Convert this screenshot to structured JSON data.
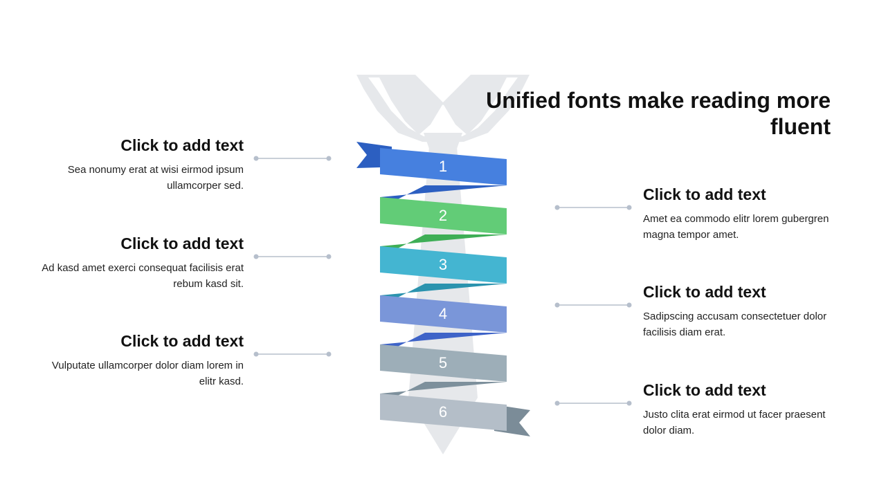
{
  "title": "Unified fonts make reading more fluent",
  "ribbons": [
    {
      "number": "1",
      "color": "#4680DF",
      "fold_color": "#2C5FC1"
    },
    {
      "number": "2",
      "color": "#62CC77",
      "fold_color": "#3EAE56"
    },
    {
      "number": "3",
      "color": "#44B5D1",
      "fold_color": "#2B93AE"
    },
    {
      "number": "4",
      "color": "#7A96D9",
      "fold_color": "#3E63C8"
    },
    {
      "number": "5",
      "color": "#9DAEB8",
      "fold_color": "#7D909C"
    },
    {
      "number": "6",
      "color": "#B4BEC8",
      "fold_color": "#7B8C98"
    }
  ],
  "items": [
    {
      "heading": "Click to add text",
      "text": "Sea nonumy erat at wisi eirmod ipsum ullamcorper sed."
    },
    {
      "heading": "Click to add text",
      "text": "Amet ea commodo elitr lorem gubergren magna tempor amet."
    },
    {
      "heading": "Click to add text",
      "text": "Ad kasd amet exerci consequat facilisis erat rebum kasd sit."
    },
    {
      "heading": "Click to add text",
      "text": "Sadipscing accusam consectetuer dolor facilisis diam erat."
    },
    {
      "heading": "Click to add text",
      "text": "Vulputate ullamcorper dolor diam lorem in elitr kasd."
    },
    {
      "heading": "Click to add text",
      "text": "Justo clita erat eirmod ut facer praesent dolor diam."
    }
  ],
  "colors": {
    "tie": "#E6E8EB",
    "connector": "#B6BFCC",
    "heading": "#111111",
    "body": "#222222"
  }
}
